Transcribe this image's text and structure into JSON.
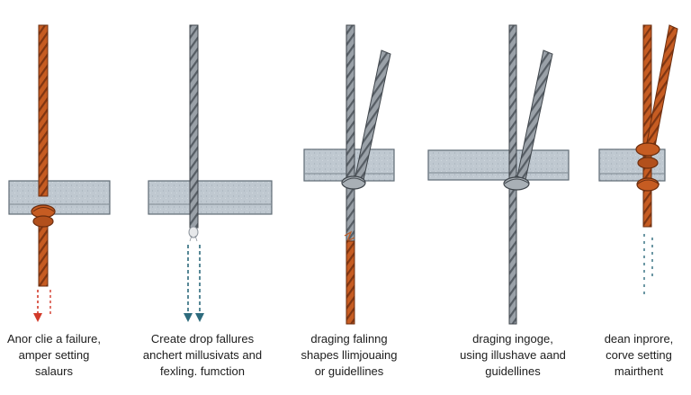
{
  "panels": [
    {
      "id": "panel-1",
      "rope_color": "orange",
      "caption": [
        "Anor clie a failure,",
        "amper setting",
        "salaurs"
      ]
    },
    {
      "id": "panel-2",
      "rope_color": "gray",
      "caption": [
        "Create drop fallures",
        "anchert millusivats and",
        "fexling. fumction"
      ]
    },
    {
      "id": "panel-3",
      "rope_color": "gray-to-orange",
      "caption": [
        "draging falinng",
        "shapes llimjouaing",
        "or guidellines"
      ]
    },
    {
      "id": "panel-4",
      "rope_color": "gray",
      "caption": [
        "draging ingoge,",
        "using illushave aand",
        "guidellines"
      ]
    },
    {
      "id": "panel-5",
      "rope_color": "orange",
      "caption": [
        "dean inprore,",
        "corve setting",
        "mairthent"
      ]
    }
  ],
  "colors": {
    "rope_orange": "#c0581f",
    "rope_orange_dark": "#7a3412",
    "rope_gray": "#8d949c",
    "rope_gray_dark": "#4c535a",
    "beam_fill": "#bcc6cf",
    "beam_dark": "#6f7a84",
    "arrow_red": "#d23a2a",
    "arrow_teal": "#2e6b7d"
  }
}
